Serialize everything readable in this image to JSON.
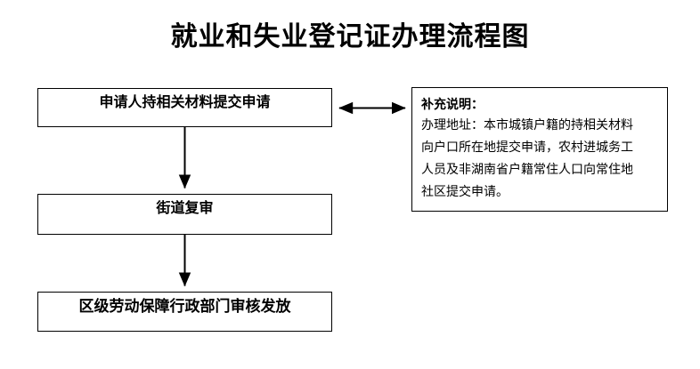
{
  "page": {
    "title": "就业和失业登记证办理流程图",
    "background_color": "#ffffff",
    "line_color": "#000000"
  },
  "flow": {
    "steps": [
      {
        "id": "apply",
        "label": "申请人持相关材料提交申请"
      },
      {
        "id": "street",
        "label": "街道复审"
      },
      {
        "id": "issue",
        "label": "区级劳动保障行政部门审核发放"
      }
    ],
    "connectors": [
      {
        "from": "apply",
        "to": "street",
        "type": "arrow-down",
        "arrowheads": "end"
      },
      {
        "from": "street",
        "to": "issue",
        "type": "arrow-down",
        "arrowheads": "end"
      },
      {
        "from": "apply",
        "to": "note",
        "type": "arrow-horizontal",
        "arrowheads": "both"
      }
    ]
  },
  "note": {
    "id": "note",
    "title": "补充说明：",
    "lines": [
      "办理地址：本市城镇户籍的持相关材料",
      "向户口所在地提交申请，农村进城务工",
      "人员及非湖南省户籍常住人口向常住地",
      "社区提交申请。"
    ]
  }
}
